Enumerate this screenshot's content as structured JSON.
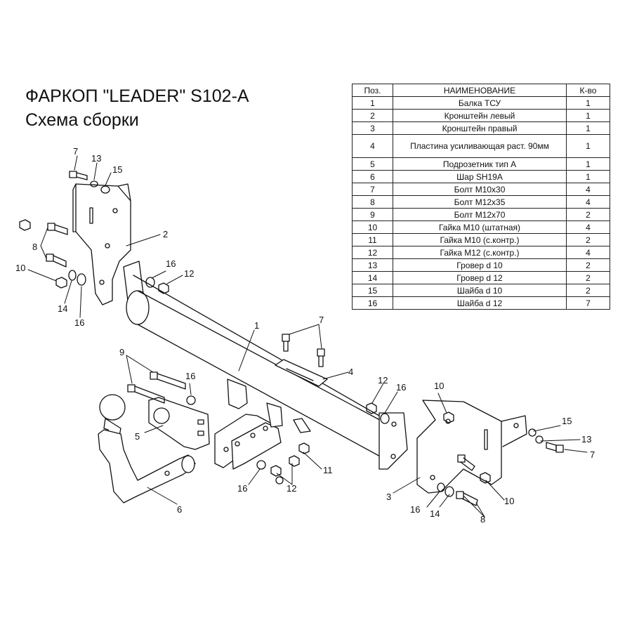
{
  "header": {
    "title": "ФАРКОП \"LEADER\" S102-A",
    "subtitle": "Схема сборки"
  },
  "parts_table": {
    "columns": [
      "Поз.",
      "НАИМЕНОВАНИЕ",
      "К-во"
    ],
    "rows": [
      {
        "pos": "1",
        "name": "Балка ТСУ",
        "qty": "1"
      },
      {
        "pos": "2",
        "name": "Кронштейн левый",
        "qty": "1"
      },
      {
        "pos": "3",
        "name": "Кронштейн правый",
        "qty": "1"
      },
      {
        "pos": "4",
        "name": "Пластина усиливающая раст. 90мм",
        "qty": "1"
      },
      {
        "pos": "5",
        "name": "Подрозетник тип А",
        "qty": "1"
      },
      {
        "pos": "6",
        "name": "Шар SH19A",
        "qty": "1"
      },
      {
        "pos": "7",
        "name": "Болт М10х30",
        "qty": "4"
      },
      {
        "pos": "8",
        "name": "Болт М12х35",
        "qty": "4"
      },
      {
        "pos": "9",
        "name": "Болт М12х70",
        "qty": "2"
      },
      {
        "pos": "10",
        "name": "Гайка М10 (штатная)",
        "qty": "4"
      },
      {
        "pos": "11",
        "name": "Гайка М10 (с.контр.)",
        "qty": "2"
      },
      {
        "pos": "12",
        "name": "Гайка М12 (с.контр.)",
        "qty": "4"
      },
      {
        "pos": "13",
        "name": "Гровер d 10",
        "qty": "2"
      },
      {
        "pos": "14",
        "name": "Гровер d 12",
        "qty": "2"
      },
      {
        "pos": "15",
        "name": "Шайба d 10",
        "qty": "2"
      },
      {
        "pos": "16",
        "name": "Шайба d 12",
        "qty": "7"
      }
    ]
  },
  "callouts": {
    "c7a": "7",
    "c13a": "13",
    "c15a": "15",
    "c2": "2",
    "c8a": "8",
    "c10a": "10",
    "c16a": "16",
    "c12a": "12",
    "c14a": "14",
    "c16b": "16",
    "c1": "1",
    "c7b": "7",
    "c4": "4",
    "c9": "9",
    "c16c": "16",
    "c5": "5",
    "c6": "6",
    "c12b": "12",
    "c16d": "16",
    "c10b": "10",
    "c11": "11",
    "c16e": "16",
    "c12c": "12",
    "c3": "3",
    "c15b": "15",
    "c13b": "13",
    "c7c": "7",
    "c10c": "10",
    "c16f": "16",
    "c14b": "14",
    "c8b": "8"
  }
}
